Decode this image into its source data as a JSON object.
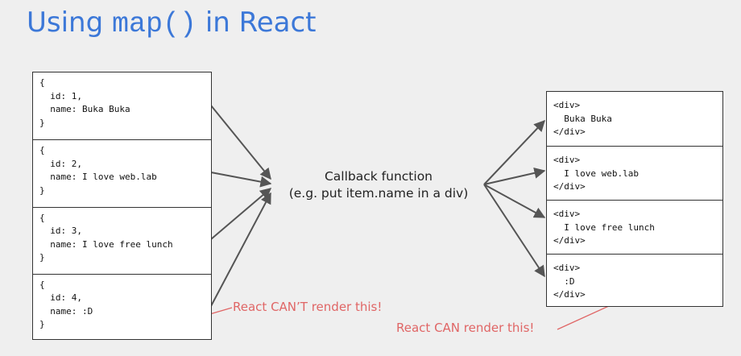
{
  "title": {
    "prefix": "Using ",
    "code": "map()",
    "suffix": " in React"
  },
  "input_objects": [
    "{\n  id: 1,\n  name: Buka Buka\n}",
    "{\n  id: 2,\n  name: I love web.lab\n}",
    "{\n  id: 3,\n  name: I love free lunch\n}",
    "{\n  id: 4,\n  name: :D\n}"
  ],
  "callback": {
    "line1": "Callback function",
    "line2": "(e.g. put item.name in a div)"
  },
  "output_divs": [
    "<div>\n  Buka Buka\n</div>",
    "<div>\n  I love web.lab\n</div>",
    "<div>\n  I love free lunch\n</div>",
    "<div>\n  :D\n</div>"
  ],
  "annotations": {
    "cant_render": "React CAN’T render this!",
    "can_render": "React CAN render this!"
  },
  "colors": {
    "title": "#3c78d8",
    "annotation": "#e06666",
    "arrow": "#555555"
  }
}
